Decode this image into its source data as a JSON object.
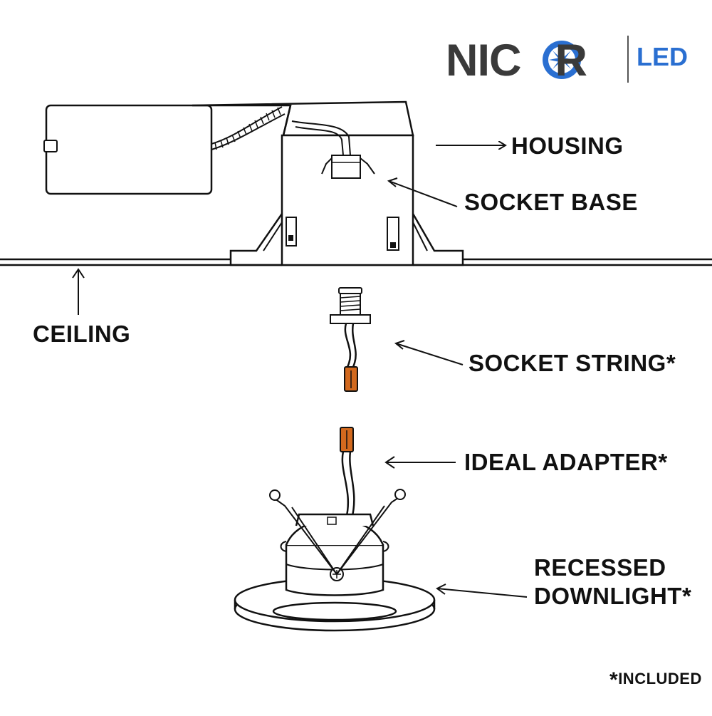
{
  "logo": {
    "brand": "NICOR",
    "brand_suffix": "LED",
    "brand_mark": "registered",
    "colors": {
      "brand_text": "#3a3a3a",
      "star": "#2a6fd1",
      "led_text": "#2a6fd1"
    }
  },
  "labels": {
    "housing": "HOUSING",
    "socket_base": "SOCKET BASE",
    "ceiling": "CEILING",
    "socket_string": "SOCKET STRING*",
    "ideal_adapter": "IDEAL ADAPTER*",
    "recessed_line1": "RECESSED",
    "recessed_line2": "DOWNLIGHT*",
    "included_star": "*",
    "included": "INCLUDED"
  },
  "colors": {
    "line": "#111111",
    "connector": "#d2691e"
  }
}
